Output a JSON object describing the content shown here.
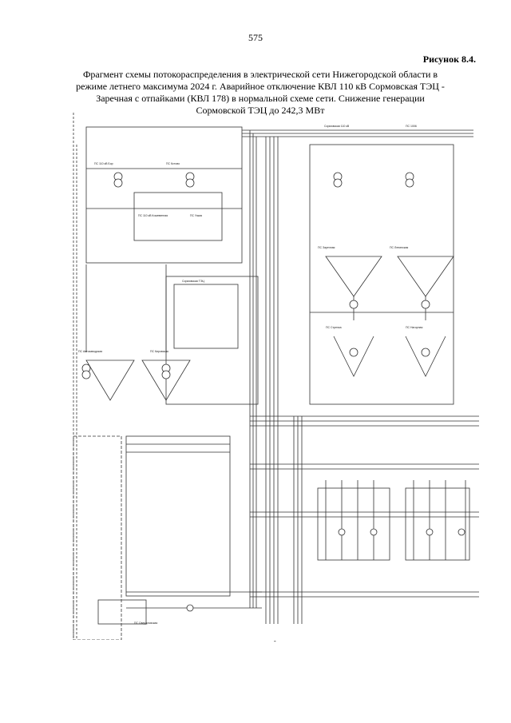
{
  "page": {
    "page_number": "575",
    "figure_label": "Рисунок 8.4.",
    "caption": "Фрагмент схемы потокораспределения в электрической сети Нижегородской области в режиме летнего максимума 2024 г. Аварийное отключение КВЛ 110 кВ Сормовская ТЭЦ - Заречная с отпайками (КВЛ 178) в нормальной схеме сети. Снижение генерации Сормовской ТЭЦ до 242,3 МВт",
    "bottom_mark": "-"
  },
  "diagram": {
    "labels": {
      "top_a": "Сормовская 110 кВ",
      "top_b": "ПС 1006",
      "l1": "ПС 110 кВ Бор",
      "l2": "ПС Кстово",
      "l3": "ПС 110 кВ Кожевенная",
      "l4": "ПС Узкая",
      "l5": "Сормовская ТЭЦ",
      "l6": "ПС Заречная",
      "l7": "ПС Ленинская",
      "l8": "ПС Стрелка",
      "l9": "ПС Нагорная",
      "l10": "ПС Автозаводская",
      "l11": "ПС Кировская",
      "l12": "ПС Свердловская"
    }
  }
}
